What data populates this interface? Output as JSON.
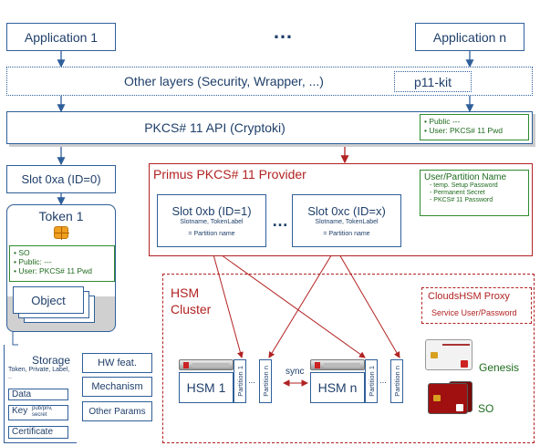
{
  "top": {
    "app1": "Application 1",
    "ellipsis": "…",
    "appn": "Application n"
  },
  "layers": {
    "other": "Other layers (Security, Wrapper, ...)",
    "p11kit": "p11-kit"
  },
  "pkcs_api": {
    "title": "PKCS# 11 API (Cryptoki)",
    "public": "• Public ---",
    "user": "• User: PKCS# 11 Pwd"
  },
  "slot_a": {
    "title": "Slot 0xa (ID=0)"
  },
  "token": {
    "title": "Token 1",
    "so": "• SO",
    "public": "• Public: ---",
    "user": "• User: PKCS# 11 Pwd",
    "object": "Object"
  },
  "storage": {
    "title": "Storage",
    "sub": "Token, Private, Label, ..",
    "data": "Data",
    "key": "Key",
    "key_sub": "pub/priv, secret",
    "certificate": "Certificate"
  },
  "features": {
    "hw": "HW feat.",
    "mechanism": "Mechanism",
    "other": "Other Params"
  },
  "provider": {
    "title": "Primus PKCS# 11 Provider",
    "slot_b_title": "Slot 0xb (ID=1)",
    "slot_b_sub": "Slotname, TokenLabel",
    "slot_b_part": "= Partition name",
    "ellipsis": "…",
    "slot_c_title": "Slot 0xc (ID=x)",
    "slot_c_sub": "Slotname, TokenLabel",
    "slot_c_part": "= Partition name"
  },
  "user_partition": {
    "title": "User/Partition Name",
    "l1": "- temp. Setup Password",
    "l2": "- Permanent Secret",
    "l3": "- PKCS# 11 Password"
  },
  "cluster": {
    "title1": "HSM",
    "title2": "Cluster",
    "proxy_title": "CloudsHSM Proxy",
    "proxy_sub": "Service User/Password",
    "hsm1": "HSM 1",
    "hsmn": "HSM n",
    "partition1": "Partition 1",
    "partitionn": "Partition n",
    "dots": "...",
    "sync": "sync",
    "genesis": "Genesis",
    "so": "SO"
  }
}
